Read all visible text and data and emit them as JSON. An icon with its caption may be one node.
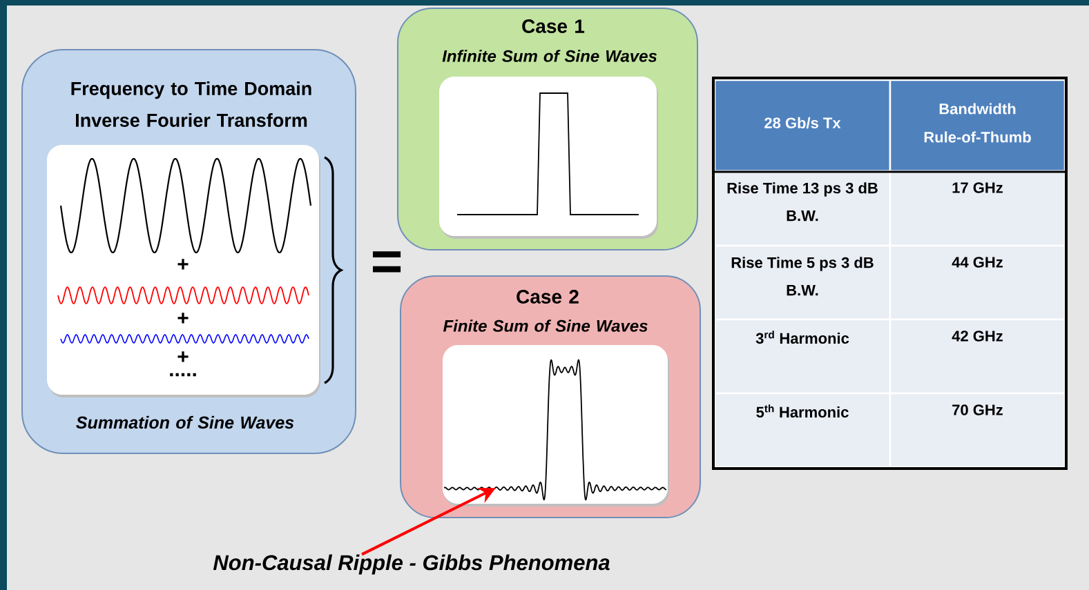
{
  "diagram": {
    "nodes": [
      {
        "text": [
          "Frequency to Time Domain Inverse Fourier Transform",
          "Summation of Sine Waves"
        ]
      },
      {
        "text": [
          "+",
          "+",
          "+",
          "....."
        ],
        "in": 0
      },
      {
        "text": [
          "Case 1",
          "Infinite Sum of Sine Waves"
        ]
      },
      {
        "text": [],
        "shape": "picture",
        "in": 2
      },
      {
        "text": [
          "Case 2",
          "Finite Sum of Sine Waves"
        ]
      },
      {
        "text": [],
        "shape": "picture",
        "in": 4
      },
      {
        "text": [
          "Non-Causal Ripple - Gibbs Phenomena"
        ]
      }
    ],
    "edges": [
      {
        "from": 6,
        "to": 5,
        "arrow": "to"
      }
    ],
    "labels": [
      "=",
      "28 Gb/s Tx",
      "Bandwidth Rule-of-Thumb",
      "Rise Time 13 ps 3 dB B.W.",
      "17 GHz",
      "Rise Time 5 ps 3 dB B.W.",
      "44 GHz",
      "3$^{rd}$ Harmonic",
      "42 GHz",
      "5$^{th}$ Harmonic",
      "70 GHz"
    ]
  }
}
